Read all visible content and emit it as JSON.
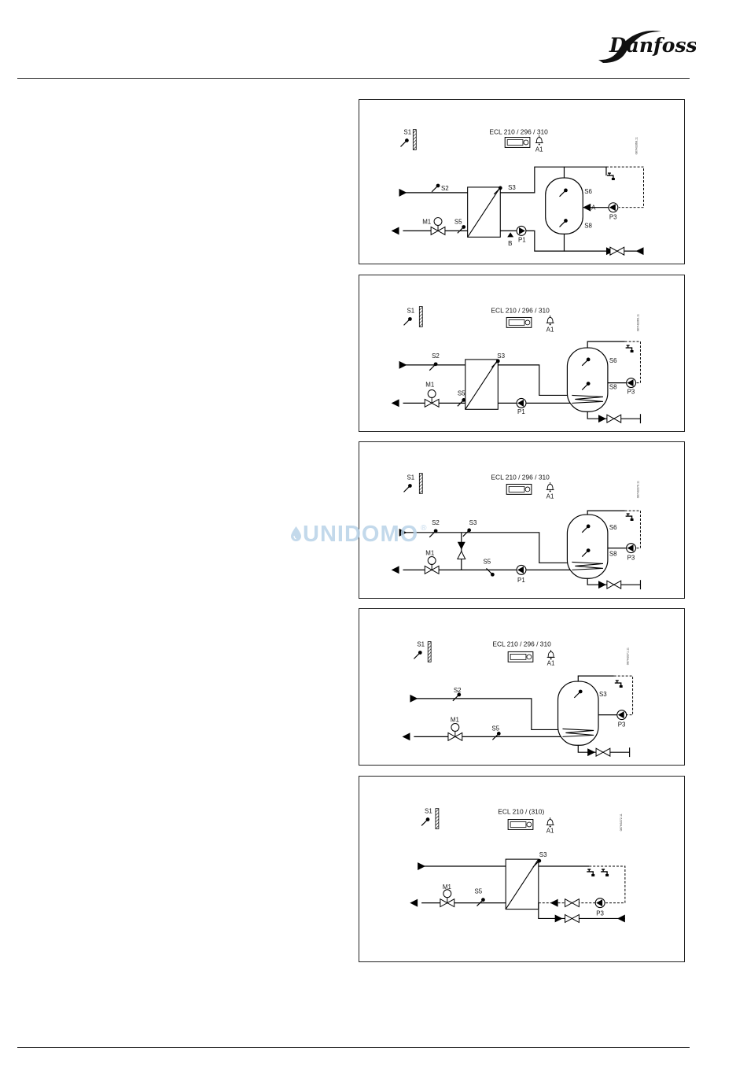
{
  "header": {
    "brand": "Danfoss"
  },
  "watermark": {
    "text": "UNIDOMO",
    "mark": "®"
  },
  "diagrams": [
    {
      "controller": "ECL 210 / 296 / 310",
      "code": "087H3368.11",
      "labels": {
        "S1": "S1",
        "S2": "S2",
        "S3": "S3",
        "S5": "S5",
        "S6": "S6",
        "S8": "S8",
        "M1": "M1",
        "P1": "P1",
        "P3": "P3",
        "A1": "A1",
        "A": "A",
        "B": "B"
      }
    },
    {
      "controller": "ECL 210 / 296 / 310",
      "code": "087H3369.11",
      "labels": {
        "S1": "S1",
        "S2": "S2",
        "S3": "S3",
        "S5": "S5",
        "S6": "S6",
        "S8": "S8",
        "M1": "M1",
        "P1": "P1",
        "P3": "P3",
        "A1": "A1"
      }
    },
    {
      "controller": "ECL 210 / 296 / 310",
      "code": "087H3370.11",
      "labels": {
        "S1": "S1",
        "S2": "S2",
        "S3": "S3",
        "S5": "S5",
        "S6": "S6",
        "S8": "S8",
        "M1": "M1",
        "P1": "P1",
        "P3": "P3",
        "A1": "A1"
      }
    },
    {
      "controller": "ECL 210 / 296 / 310",
      "code": "087H3371.11",
      "labels": {
        "S1": "S1",
        "S2": "S2",
        "S3": "S3",
        "S5": "S5",
        "M1": "M1",
        "P3": "P3",
        "A1": "A1"
      }
    },
    {
      "controller": "ECL 210 / (310)",
      "code": "087H3372.11",
      "labels": {
        "S1": "S1",
        "S3": "S3",
        "S5": "S5",
        "M1": "M1",
        "P3": "P3",
        "A1": "A1"
      }
    }
  ]
}
